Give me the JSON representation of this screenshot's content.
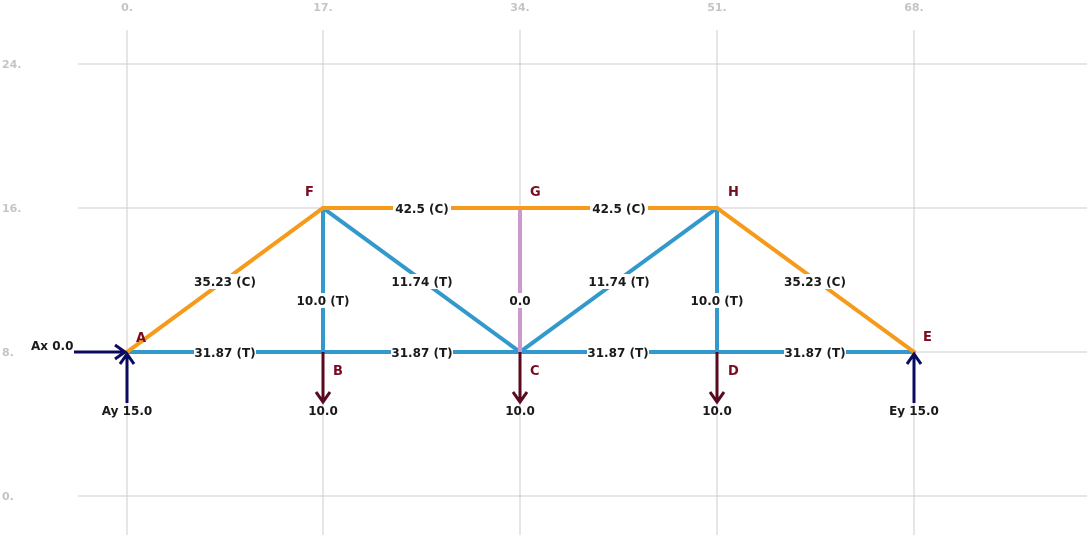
{
  "colors": {
    "tension": "#3399cc",
    "compression": "#f59a1a",
    "zero": "#cc99cc",
    "support": "#0a0a60",
    "load": "#5a0a1e",
    "grid": "#cccccc"
  },
  "axes": {
    "x_ticks": [
      "0.",
      "17.",
      "34.",
      "51.",
      "68."
    ],
    "y_ticks": [
      "24.",
      "16.",
      "8.",
      "0."
    ]
  },
  "nodes": {
    "A": "A",
    "B": "B",
    "C": "C",
    "D": "D",
    "E": "E",
    "F": "F",
    "G": "G",
    "H": "H"
  },
  "members": {
    "AB": "31.87 (T)",
    "BC": "31.87 (T)",
    "CD": "31.87 (T)",
    "DE": "31.87 (T)",
    "AF": "35.23 (C)",
    "FG": "42.5 (C)",
    "GH": "42.5 (C)",
    "HE": "35.23 (C)",
    "FB": "10.0 (T)",
    "FC": "11.74 (T)",
    "GC": "0.0",
    "CH": "11.74 (T)",
    "HD": "10.0 (T)"
  },
  "reactions": {
    "Ax": "Ax 0.0",
    "Ay": "Ay 15.0",
    "Ey": "Ey 15.0"
  },
  "loads": {
    "B": "10.0",
    "C": "10.0",
    "D": "10.0"
  }
}
